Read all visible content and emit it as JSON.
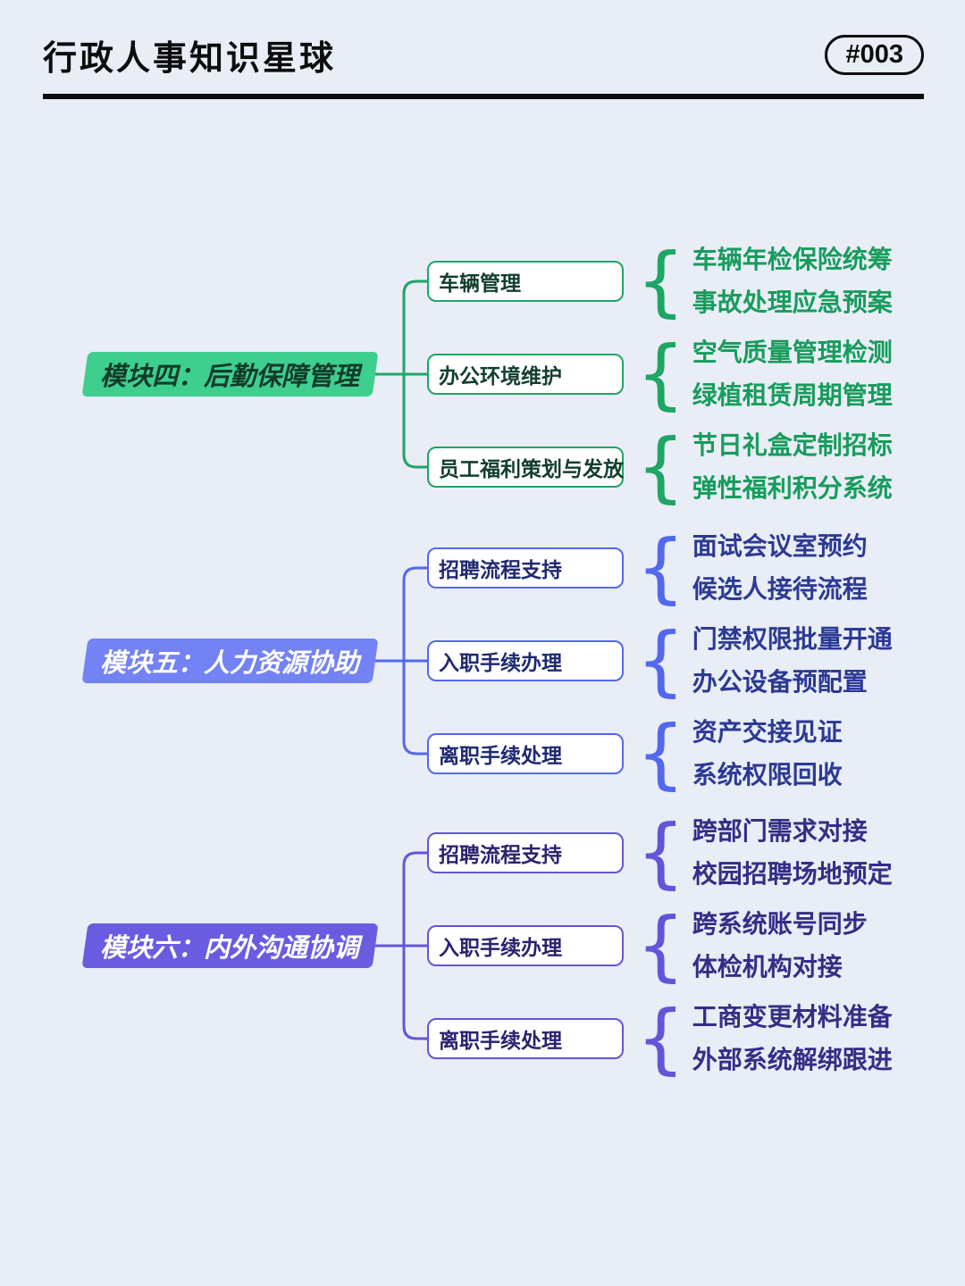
{
  "header": {
    "title": "行政人事知识星球",
    "issue_badge": "#003"
  },
  "colors": {
    "background": "#e8edf6",
    "module4": {
      "badge-bg": "#3ecf8e",
      "badge-text": "#123b2b",
      "border": "#1fa566",
      "box-text": "#123f2d",
      "leaf": "#179c5c"
    },
    "module5": {
      "badge-bg": "#7382f4",
      "badge-text": "#ffffff",
      "border": "#5468ee",
      "box-text": "#202a72",
      "leaf": "#2c3a94"
    },
    "module6": {
      "badge-bg": "#6a5ce0",
      "badge-text": "#ffffff",
      "border": "#6355d8",
      "box-text": "#2a2370",
      "leaf": "#332e86"
    }
  },
  "modules": [
    {
      "id": "module-4",
      "label": "模块四：后勤保障管理",
      "children": [
        {
          "label": "车辆管理",
          "leaves": [
            "车辆年检保险统筹",
            "事故处理应急预案"
          ]
        },
        {
          "label": "办公环境维护",
          "leaves": [
            "空气质量管理检测",
            "绿植租赁周期管理"
          ]
        },
        {
          "label": "员工福利策划与发放",
          "leaves": [
            "节日礼盒定制招标",
            "弹性福利积分系统"
          ]
        }
      ]
    },
    {
      "id": "module-5",
      "label": "模块五：人力资源协助",
      "children": [
        {
          "label": "招聘流程支持",
          "leaves": [
            "面试会议室预约",
            "候选人接待流程"
          ]
        },
        {
          "label": "入职手续办理",
          "leaves": [
            "门禁权限批量开通",
            "办公设备预配置"
          ]
        },
        {
          "label": "离职手续处理",
          "leaves": [
            "资产交接见证",
            "系统权限回收"
          ]
        }
      ]
    },
    {
      "id": "module-6",
      "label": "模块六：内外沟通协调",
      "children": [
        {
          "label": "招聘流程支持",
          "leaves": [
            "跨部门需求对接",
            "校园招聘场地预定"
          ]
        },
        {
          "label": "入职手续办理",
          "leaves": [
            "跨系统账号同步",
            "体检机构对接"
          ]
        },
        {
          "label": "离职手续处理",
          "leaves": [
            "工商变更材料准备",
            "外部系统解绑跟进"
          ]
        }
      ]
    }
  ]
}
